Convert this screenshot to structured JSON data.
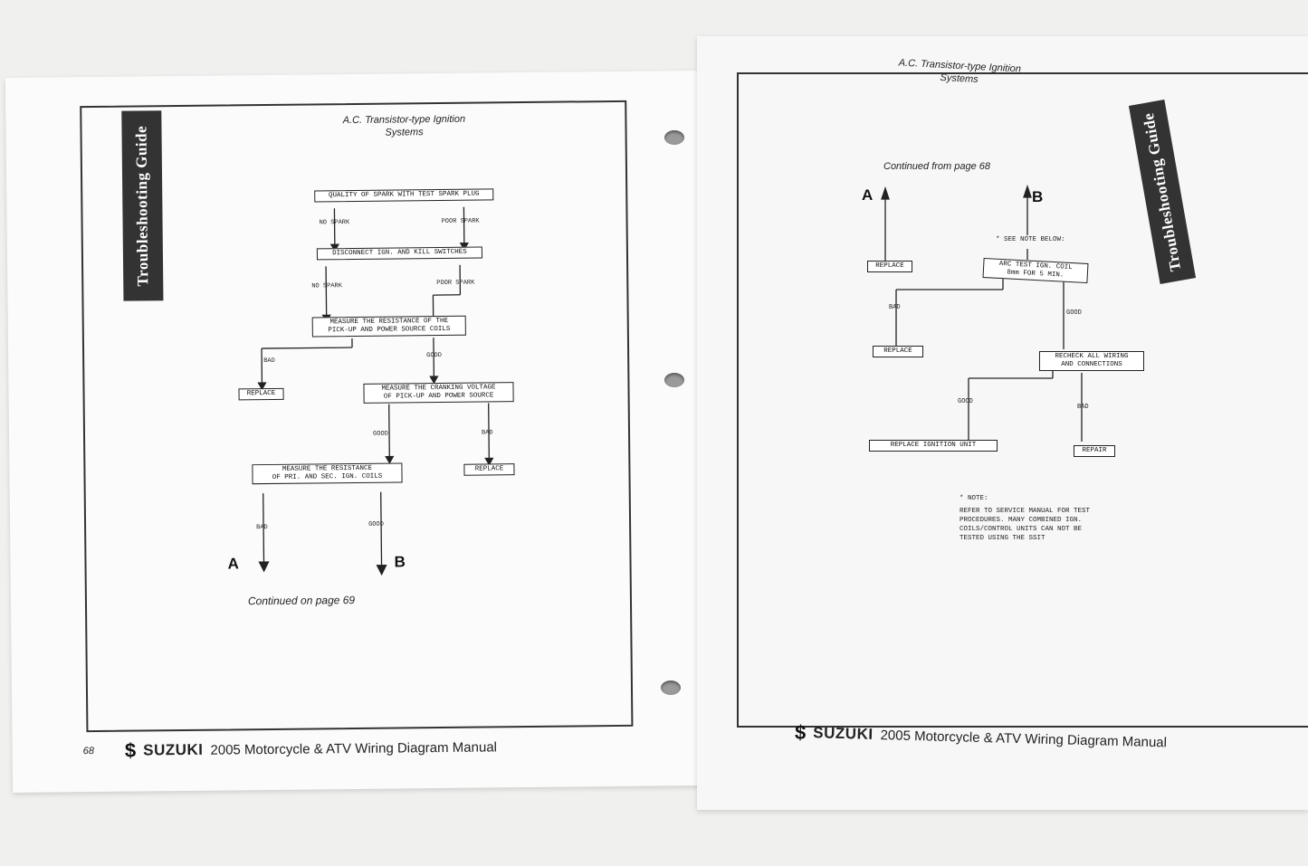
{
  "left": {
    "tab": "Troubleshooting Guide",
    "title_line1": "A.C. Transistor-type Ignition",
    "title_line2": "Systems",
    "boxes": {
      "b1": "QUALITY OF SPARK WITH TEST SPARK PLUG",
      "b2": "DISCONNECT IGN. AND KILL SWITCHES",
      "b3": "MEASURE THE RESISTANCE OF THE\nPICK-UP AND POWER SOURCE COILS",
      "b4": "REPLACE",
      "b5": "MEASURE THE CRANKING VOLTAGE\nOF PICK-UP AND POWER SOURCE",
      "b6": "MEASURE THE RESISTANCE\nOF PRI. AND SEC. IGN. COILS",
      "b7": "REPLACE"
    },
    "labels": {
      "l1": "NO SPARK",
      "l2": "POOR SPARK",
      "l3": "NO SPARK",
      "l4": "POOR SPARK",
      "l5": "BAD",
      "l6": "GOOD",
      "l7": "GOOD",
      "l8": "BAD",
      "l9": "BAD",
      "l10": "GOOD"
    },
    "a": "A",
    "b": "B",
    "continued": "Continued on page 69",
    "page_num": "68",
    "brand": "SUZUKI",
    "footer_text": "2005 Motorcycle & ATV Wiring Diagram Manual"
  },
  "right": {
    "tab": "Troubleshooting Guide",
    "title_line1": "A.C. Transistor-type Ignition",
    "title_line2": "Systems",
    "continued": "Continued from page 68",
    "a": "A",
    "b": "B",
    "see_note": "* SEE NOTE BELOW:",
    "boxes": {
      "b1": "REPLACE",
      "b2": "ARC TEST IGN. COIL\n8mm FOR 5 MIN.",
      "b3": "REPLACE",
      "b4": "RECHECK ALL WIRING\nAND CONNECTIONS",
      "b5": "REPLACE IGNITION UNIT",
      "b6": "REPAIR"
    },
    "labels": {
      "l1": "BAD",
      "l2": "GOOD",
      "l3": "GOOD",
      "l4": "BAD"
    },
    "note_title": "* NOTE:",
    "note_l1": "REFER TO SERVICE MANUAL FOR TEST",
    "note_l2": "PROCEDURES. MANY COMBINED IGN.",
    "note_l3": "COILS/CONTROL UNITS CAN NOT BE",
    "note_l4": "TESTED USING THE SSIT",
    "brand": "SUZUKI",
    "footer_text": "2005 Motorcycle & ATV Wiring Diagram Manual"
  }
}
